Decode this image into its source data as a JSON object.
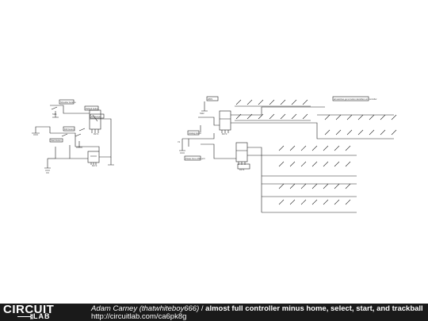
{
  "footer": {
    "logo_top": "CIRCUIT",
    "logo_bottom": "LAB",
    "author": "Adam Carney (thatwhiteboy666)",
    "separator": " / ",
    "title": "almost full controller minus home, select, start, and trackball",
    "url": "http://circuitlab.com/ca6pk8g"
  },
  "colors": {
    "footer_bg": "#1a1a1a",
    "wire": "#222222",
    "canvas_bg": "#ffffff"
  },
  "schematic": {
    "left_labels": [
      "Shoulder buttons",
      "Default button",
      "D/R button",
      "Start button",
      "R1 bumper"
    ],
    "right_labels": [
      "WRS",
      "Analog button",
      "Power from USB port",
      "all switches go to button identifiers on controller"
    ],
    "part_refs": [
      "RLY1",
      "RLY2",
      "RLY3",
      "RLY4",
      "SW1",
      "SW2",
      "V1"
    ]
  }
}
